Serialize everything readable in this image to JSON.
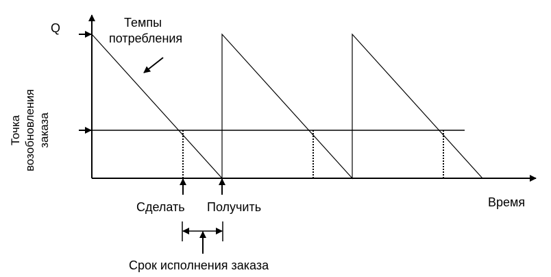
{
  "labels": {
    "q": "Q",
    "rate_line1": "Темпы",
    "rate_line2": "потребления",
    "reorder_line1": "Точка",
    "reorder_line2": "возобновления",
    "reorder_line3": "заказа",
    "order": "Сделать",
    "receive": "Получить",
    "time": "Время",
    "lead_time": "Срок исполнения заказа"
  },
  "colors": {
    "line": "#000000",
    "background": "#ffffff"
  }
}
